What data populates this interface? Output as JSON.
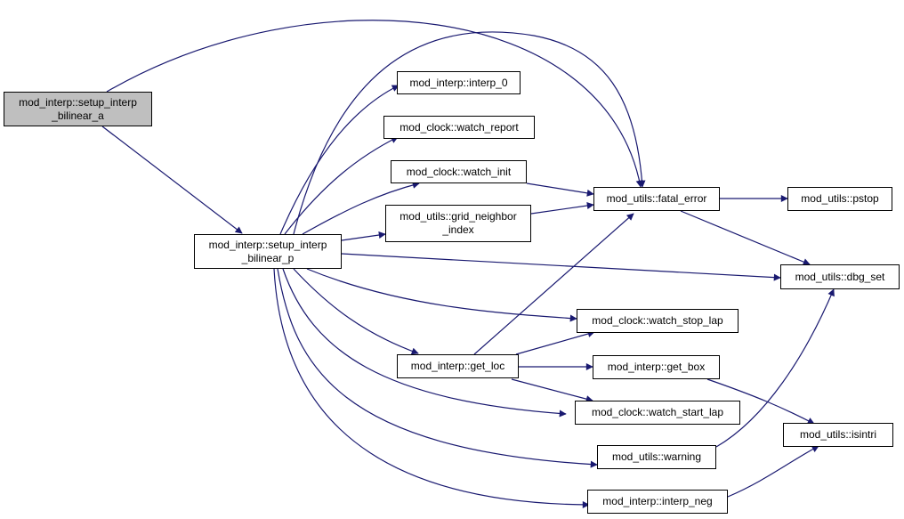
{
  "colors": {
    "edge": "#191970",
    "root_fill": "#bfbfbf",
    "node_fill": "#ffffff",
    "border": "#000000"
  },
  "nodes": {
    "setup_interp_bilinear_a": {
      "line1": "mod_interp::setup_interp",
      "line2": "_bilinear_a"
    },
    "setup_interp_bilinear_p": {
      "line1": "mod_interp::setup_interp",
      "line2": "_bilinear_p"
    },
    "interp_0": {
      "line1": "mod_interp::interp_0"
    },
    "watch_report": {
      "line1": "mod_clock::watch_report"
    },
    "watch_init": {
      "line1": "mod_clock::watch_init"
    },
    "grid_neighbor_index": {
      "line1": "mod_utils::grid_neighbor",
      "line2": "_index"
    },
    "fatal_error": {
      "line1": "mod_utils::fatal_error"
    },
    "pstop": {
      "line1": "mod_utils::pstop"
    },
    "dbg_set": {
      "line1": "mod_utils::dbg_set"
    },
    "watch_stop_lap": {
      "line1": "mod_clock::watch_stop_lap"
    },
    "get_loc": {
      "line1": "mod_interp::get_loc"
    },
    "get_box": {
      "line1": "mod_interp::get_box"
    },
    "watch_start_lap": {
      "line1": "mod_clock::watch_start_lap"
    },
    "isintri": {
      "line1": "mod_utils::isintri"
    },
    "warning": {
      "line1": "mod_utils::warning"
    },
    "interp_neg": {
      "line1": "mod_interp::interp_neg"
    }
  }
}
